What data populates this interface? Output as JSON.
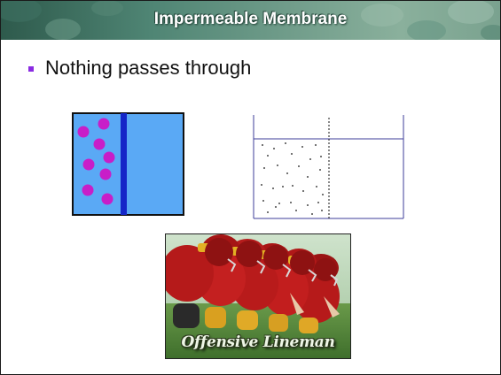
{
  "slide": {
    "title": "Impermeable Membrane",
    "bullet": "Nothing passes through"
  },
  "photo": {
    "caption": "Offensive Lineman"
  },
  "colors": {
    "bullet_mark": "#8a2be2",
    "chamber_fill": "#5aa9f5",
    "membrane": "#1526c8",
    "particle": "#c81ec8",
    "beaker_line": "#3c3c9a"
  }
}
